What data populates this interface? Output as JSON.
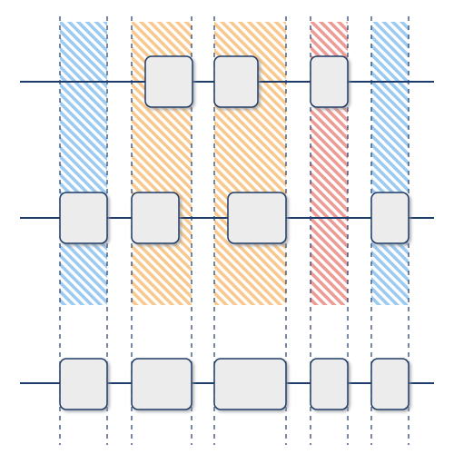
{
  "diagram": {
    "colors": {
      "background": "#ffffff",
      "track_line": "#1d3b6b",
      "dashed_line": "#1f3a66",
      "box_fill": "#ececec",
      "box_stroke": "#1f3a66",
      "box_shadow": "#8a8f96",
      "hatch_blue": "#9ccaf0",
      "hatch_orange": "#f7c98e",
      "hatch_red": "#ec9b95"
    },
    "tracks": [
      {
        "id": "track-1",
        "boxes": 3
      },
      {
        "id": "track-2",
        "boxes": 4
      },
      {
        "id": "track-3",
        "boxes": 5
      }
    ],
    "regions": [
      {
        "id": "region-1",
        "color": "blue"
      },
      {
        "id": "region-2",
        "color": "orange"
      },
      {
        "id": "region-3",
        "color": "orange"
      },
      {
        "id": "region-4",
        "color": "red"
      },
      {
        "id": "region-5",
        "color": "blue"
      }
    ]
  }
}
